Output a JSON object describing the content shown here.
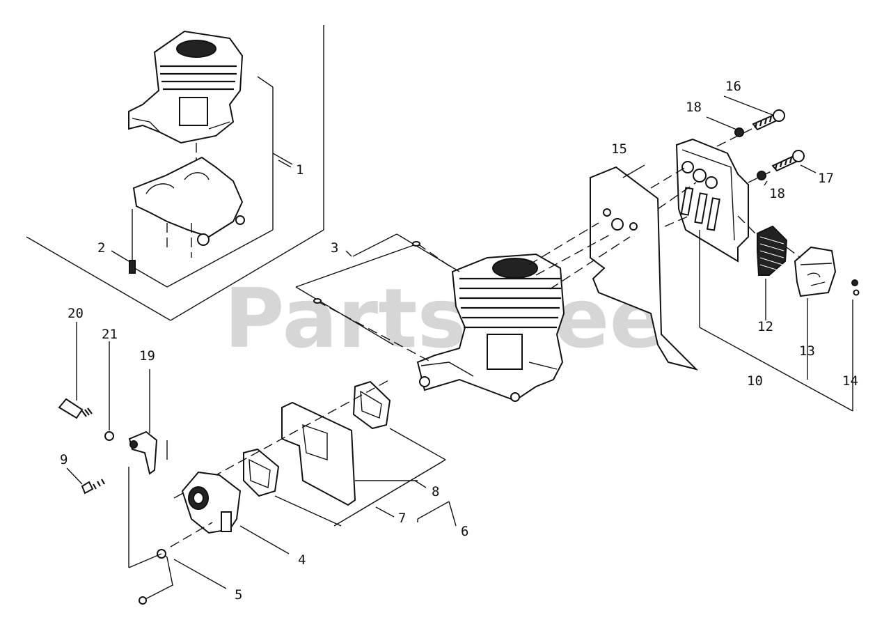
{
  "watermark": {
    "text": "PartsTree",
    "trademark": "™"
  },
  "callouts": [
    "1",
    "2",
    "3",
    "4",
    "5",
    "6",
    "7",
    "8",
    "9",
    "10",
    "12",
    "13",
    "14",
    "15",
    "16",
    "17",
    "18",
    "18",
    "19",
    "20",
    "21"
  ]
}
